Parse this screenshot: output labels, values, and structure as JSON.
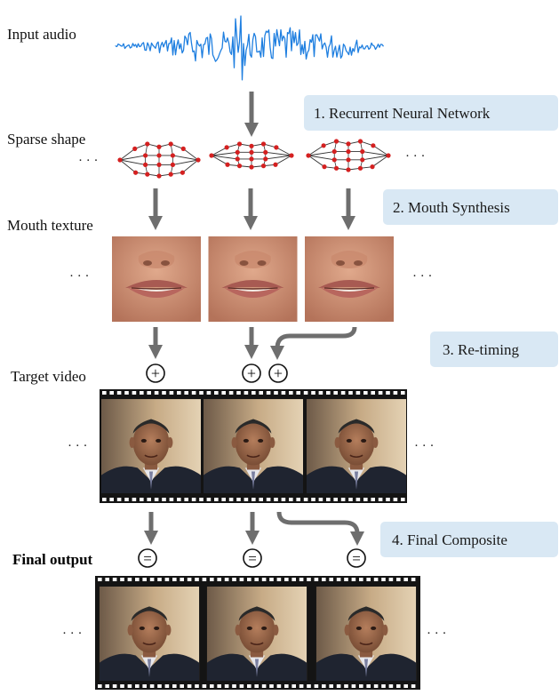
{
  "labels": {
    "input_audio": "Input audio",
    "sparse_shape": "Sparse shape",
    "mouth_texture": "Mouth texture",
    "target_video": "Target video",
    "final_output": "Final output"
  },
  "steps": [
    {
      "label": "1. Recurrent Neural Network"
    },
    {
      "label": "2. Mouth Synthesis"
    },
    {
      "label": "3. Re-timing"
    },
    {
      "label": "4. Final Composite"
    }
  ],
  "ellipsis": "· · ·",
  "operators": {
    "plus": "+",
    "equals": "="
  },
  "colors": {
    "audio_wave": "#1f7fe0",
    "arrow": "#6e6e6e",
    "step_box": "#d9e8f4",
    "landmark_point": "#d42020",
    "landmark_line": "#333333",
    "film_strip": "#141414",
    "lip_skin": "#c98a6e",
    "video_background": "#b89a78",
    "suit": "#1f2430"
  },
  "icons": {
    "waveform": "audio-waveform-icon",
    "landmarks": "mouth-landmark-icon",
    "mouth_crop": "mouth-texture-image",
    "video_frame": "video-frame-image",
    "film_strip": "film-strip-icon",
    "plus": "plus-circle-icon",
    "equals": "equals-circle-icon"
  }
}
